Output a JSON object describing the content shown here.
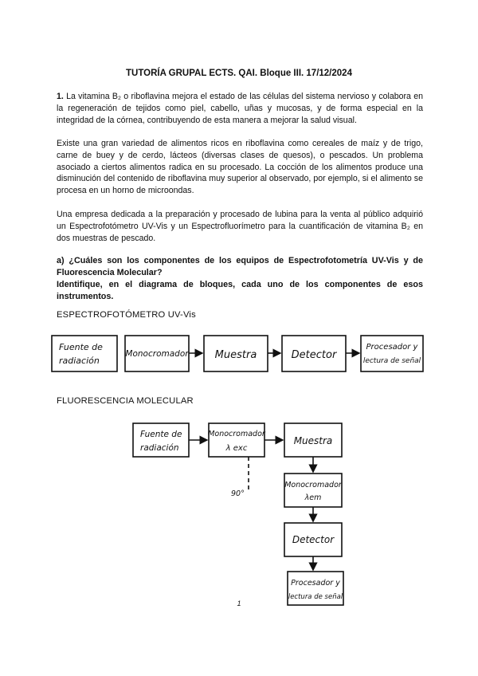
{
  "title": "TUTORÍA GRUPAL ECTS. QAI. Bloque III. 17/12/2024",
  "problem": {
    "number": "1.",
    "p1": "La vitamina B₂ o riboflavina mejora el estado de las células del sistema nervioso y colabora en la regeneración de tejidos como piel, cabello, uñas y mucosas, y de forma especial en la integridad de la córnea, contribuyendo de esta manera a mejorar la salud visual.",
    "p2": "Existe una gran variedad de alimentos ricos en riboflavina como cereales de maíz y de trigo, carne de buey y de cerdo, lácteos (diversas clases de quesos), o pescados. Un problema asociado a ciertos alimentos radica en su procesado. La cocción de los alimentos produce una disminución del contenido de riboflavina muy superior al observado, por ejemplo, si el alimento se procesa en un horno de microondas.",
    "p3": "Una empresa dedicada a la preparación y procesado de lubina para la venta al público adquirió un Espectrofotómetro UV-Vis y un Espectrofluorímetro para la cuantificación de vitamina B₂ en dos muestras de pescado."
  },
  "question": {
    "line1": "a) ¿Cuáles son los componentes de los equipos de Espectrofotometría UV-Vis y de Fluorescencia Molecular?",
    "line2": "Identifique, en el diagrama de bloques, cada uno de los componentes de esos instrumentos."
  },
  "uvvis": {
    "heading": "ESPECTROFOTÓMETRO UV-Vis",
    "blocks": {
      "source_l1": "Fuente de",
      "source_l2": "radiación",
      "mono": "Monocromador",
      "sample": "Muestra",
      "detector": "Detector",
      "proc_l1": "Procesador y",
      "proc_l2": "lectura de señal"
    }
  },
  "fluor": {
    "heading": "FLUORESCENCIA MOLECULAR",
    "blocks": {
      "source_l1": "Fuente de",
      "source_l2": "radiación",
      "mono_exc_l1": "Monocromador",
      "mono_exc_l2": "λ exc",
      "sample": "Muestra",
      "mono_em_l1": "Monocromador",
      "mono_em_l2": "λem",
      "detector": "Detector",
      "proc_l1": "Procesador y",
      "proc_l2": "lectura de señal",
      "angle": "90°"
    }
  },
  "page_number": "1"
}
